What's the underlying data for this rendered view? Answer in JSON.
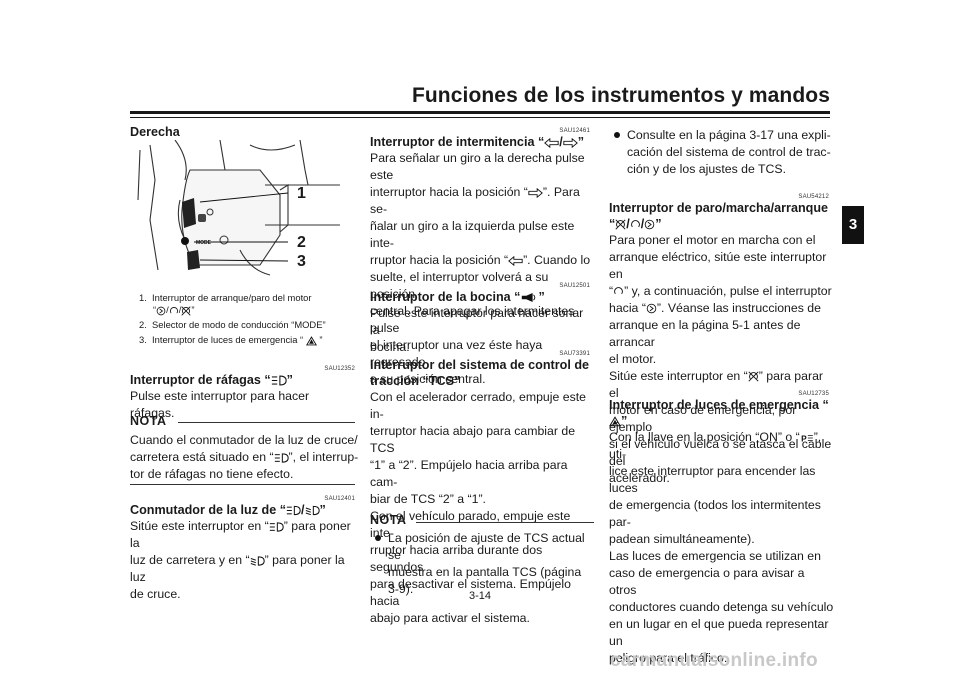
{
  "header": {
    "title": "Funciones de los instrumentos y mandos",
    "chapter": "3"
  },
  "left": {
    "heading": "Derecha",
    "callouts": [
      "1",
      "2",
      "3"
    ],
    "mode_text": "MODE",
    "captions": [
      {
        "num": "1.",
        "text": "Interruptor de arranque/paro del motor"
      },
      {
        "num": "2.",
        "text": "Selector de modo de conducción “MODE”"
      },
      {
        "num": "3.",
        "text": "Interruptor de luces de emergencia “"
      }
    ],
    "caption1_line2_open": "“",
    "caption_close": "”",
    "s1_code": "SAU12352",
    "s1_title": "Interruptor de ráfagas “",
    "s1_title_end": "”",
    "s1_body": "Pulse este interruptor para hacer ráfagas.",
    "nota_label": "NOTA",
    "nota_l1": "Cuando el conmutador de la luz de cruce/",
    "nota_l2a": "carretera está situado en “",
    "nota_l2b": "”, el interrup-",
    "nota_l3": "tor de ráfagas no tiene efecto.",
    "s2_code": "SAU12401",
    "s2_title": "Conmutador de la luz de “",
    "s2_title_end": "”",
    "s2_l1a": "Sitúe este interruptor en “",
    "s2_l1b": "” para poner la",
    "s2_l2a": "luz de carretera y en “",
    "s2_l2b": "” para poner la luz",
    "s2_l3": "de cruce."
  },
  "middle": {
    "s1_code": "SAU12461",
    "s1_title": "Interruptor de intermitencia “",
    "s1_title_end": "”",
    "s1_l1": "Para señalar un giro a la derecha pulse este",
    "s1_l2a": "interruptor hacia la posición “",
    "s1_l2b": "”. Para se-",
    "s1_l3": "ñalar un giro a la izquierda pulse este inte-",
    "s1_l4a": "rruptor hacia la posición “",
    "s1_l4b": "”. Cuando lo",
    "s1_l5": "suelte, el interruptor volverá a su posición",
    "s1_l6": "central. Para apagar los intermitentes pulse",
    "s1_l7": "el interruptor una vez éste haya regresado",
    "s1_l8": "a su posición central.",
    "s2_code": "SAU12501",
    "s2_title": "Interruptor de la bocina “",
    "s2_title_end": "”",
    "s2_l1": "Pulse este interruptor para hacer sonar la",
    "s2_l2": "bocina.",
    "s3_code": "SAU73391",
    "s3_title1": "Interruptor del sistema de control de",
    "s3_title2": "tracción “TCS”",
    "s3_lines": [
      "Con el acelerador cerrado, empuje este in-",
      "terruptor hacia abajo para cambiar de TCS",
      "“1” a “2”. Empújelo hacia arriba para cam-",
      "biar de TCS “2” a “1”.",
      "Con el vehículo parado, empuje este inte-",
      "rruptor hacia arriba durante dos segundos",
      "para desactivar el sistema. Empújelo hacia",
      "abajo para activar el sistema."
    ],
    "nota_label": "NOTA",
    "nota_lines": [
      "La posición de ajuste de TCS actual se",
      "muestra en la pantalla TCS (página",
      "3-9)."
    ]
  },
  "right": {
    "bullet_lines": [
      "Consulte en la página 3-17 una expli-",
      "cación del sistema de control de trac-",
      "ción y de los ajustes de TCS."
    ],
    "s1_code": "SAU54212",
    "s1_title1": "Interruptor de paro/marcha/arranque",
    "s1_title2a": "“",
    "s1_title2b": "”",
    "s1_l1": "Para poner el motor en marcha con el",
    "s1_l2": "arranque eléctrico, sitúe este interruptor en",
    "s1_l3a": "“",
    "s1_l3b": "” y, a continuación, pulse el interruptor",
    "s1_l4a": "hacia “",
    "s1_l4b": "”. Véanse las instrucciones de",
    "s1_l5": "arranque en la página 5-1 antes de arrancar",
    "s1_l6": "el motor.",
    "s1_l7a": "Sitúe este interruptor en “",
    "s1_l7b": "” para parar el",
    "s1_l8": "motor en caso de emergencia, por ejemplo",
    "s1_l9": "si el vehículo vuelca o se atasca el cable del",
    "s1_l10": "acelerador.",
    "s2_code": "SAU12735",
    "s2_title": "Interruptor de luces de emergencia “",
    "s2_title_end": "”",
    "s2_l1a": "Con la llave en la posición “ON” o “",
    "s2_l1b": "”, uti-",
    "s2_lines": [
      "lice este interruptor para encender las luces",
      "de emergencia (todos los intermitentes par-",
      "padean simultáneamente).",
      "Las luces de emergencia se utilizan en",
      "caso de emergencia o para avisar a otros",
      "conductores cuando detenga su vehículo",
      "en un lugar en el que pueda representar un",
      "peligro para el tráfico."
    ]
  },
  "footer": {
    "page": "3-14"
  },
  "watermark": "carmanualsonline.info"
}
